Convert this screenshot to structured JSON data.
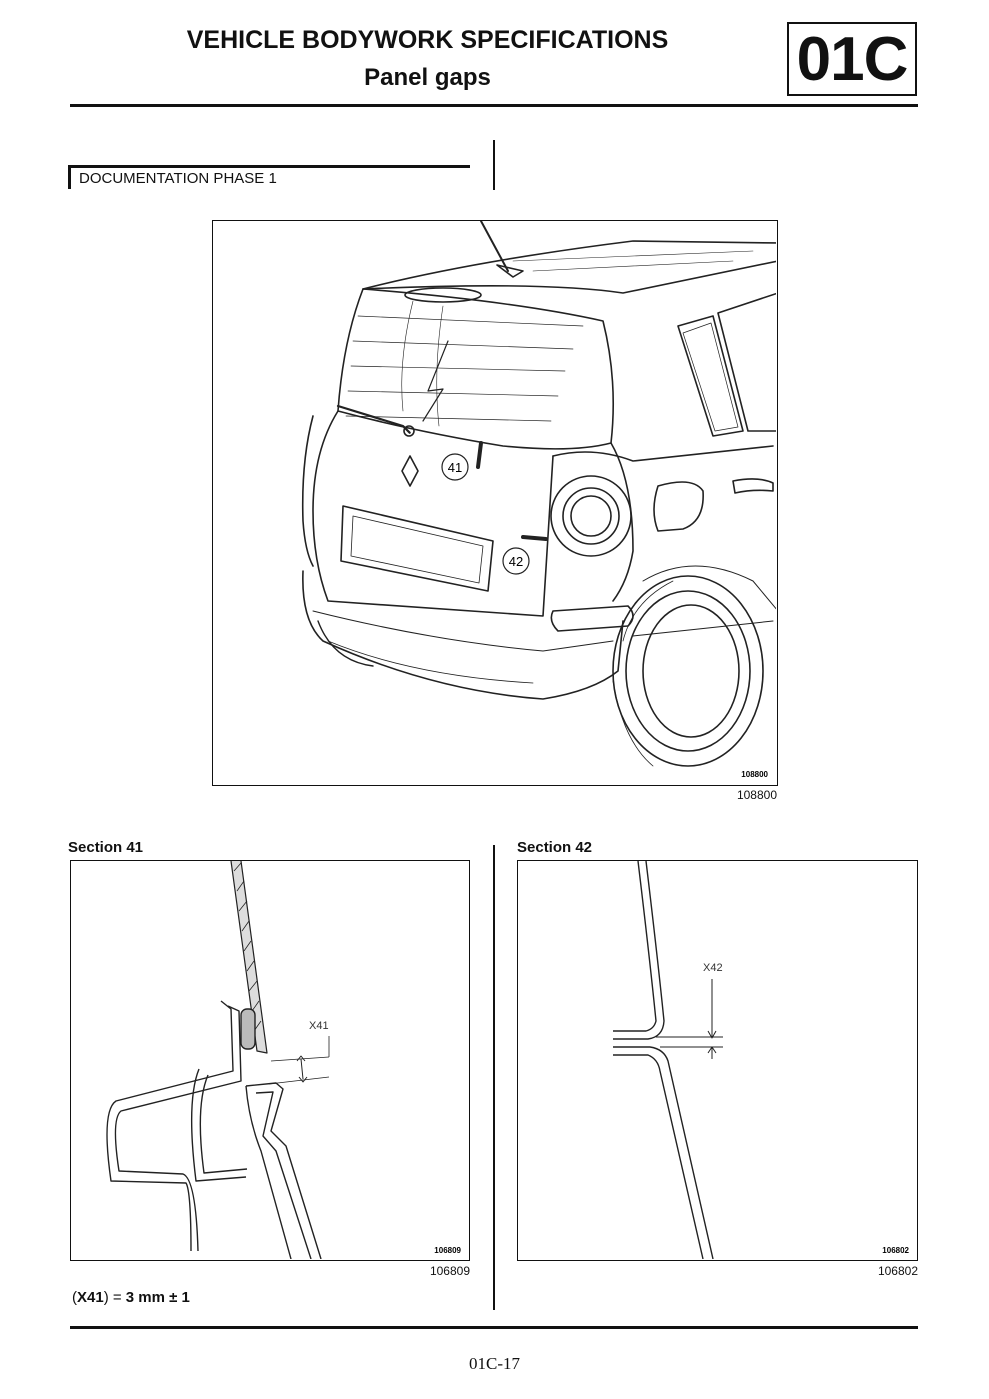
{
  "header": {
    "title": "VEHICLE BODYWORK SPECIFICATIONS",
    "subtitle": "Panel gaps",
    "code": "01C"
  },
  "phase_label": "DOCUMENTATION PHASE 1",
  "figures": {
    "main": {
      "number": "108800",
      "callouts": [
        "41",
        "42"
      ]
    },
    "section41": {
      "title": "Section 41",
      "number": "106809",
      "dimension_label": "X41"
    },
    "section42": {
      "title": "Section 42",
      "number": "106802",
      "dimension_label": "X42"
    }
  },
  "spec": {
    "open": "(",
    "name": "X41",
    "rest": ") = ",
    "value": "3 mm ± 1"
  },
  "footer": {
    "page": "01C-17"
  }
}
